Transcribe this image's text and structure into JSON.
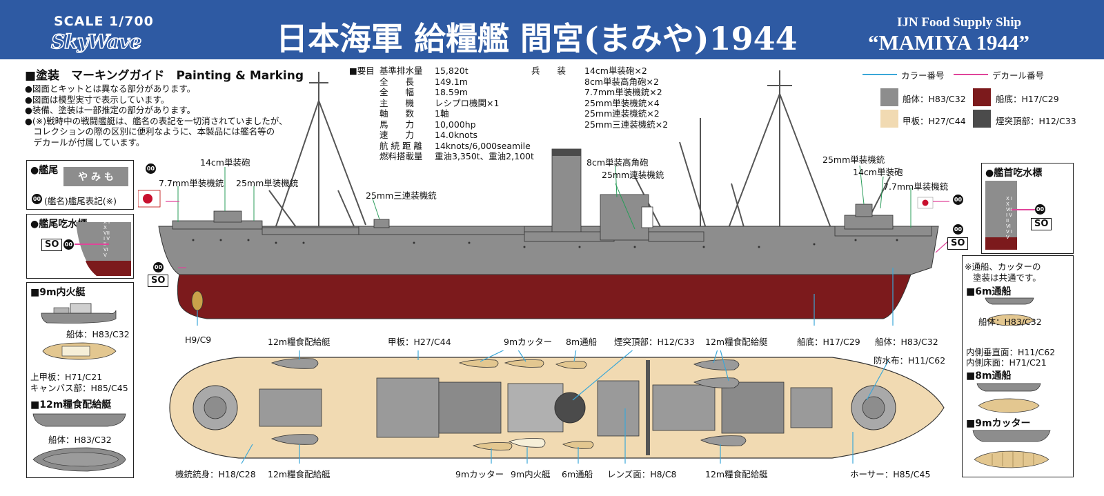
{
  "header": {
    "scale": "SCALE 1/700",
    "brand": "SkyWave",
    "title": "日本海軍 給糧艦 間宮(まみや)1944",
    "en_subtitle": "IJN Food Supply Ship",
    "en_title": "“MAMIYA 1944”"
  },
  "guide": {
    "heading": "■塗装　マーキングガイド　Painting & Marking",
    "notes": [
      "●図面とキットとは異なる部分があります。",
      "●図面は模型実寸で表示しています。",
      "●装備、塗装は一部推定の部分があります。",
      "●(※)戦時中の戦闘艦艇は、艦名の表記を一切消されていましたが、",
      "　コレクションの際の区別に便利なように、本製品には艦名等の",
      "　デカールが付属しています。"
    ]
  },
  "specs": {
    "label": "■要目",
    "rows": [
      {
        "k": "基準排水量",
        "v": "15,820t"
      },
      {
        "k": "全　　長",
        "v": "149.1m"
      },
      {
        "k": "全　　幅",
        "v": "18.59m"
      },
      {
        "k": "主　　機",
        "v": "レシプロ機関×1"
      },
      {
        "k": "軸　　数",
        "v": "1軸"
      },
      {
        "k": "馬　　力",
        "v": "10,000hp"
      },
      {
        "k": "速　　力",
        "v": "14.0knots"
      },
      {
        "k": "航 続 距 離",
        "v": "14knots/6,000seamile"
      },
      {
        "k": "燃料搭載量",
        "v": "重油3,350t、重油2,100t"
      }
    ],
    "weapons_label": "兵　　装",
    "weapons": [
      "14cm単装砲×2",
      "8cm単装高角砲×2",
      "7.7mm単装機銃×2",
      "25mm単装機銃×4",
      "25mm連装機銃×2",
      "25mm三連装機銃×2"
    ]
  },
  "legend": {
    "color_number": "カラー番号",
    "decal_number": "デカール番号",
    "color_line": "#3aa7d8",
    "decal_line": "#e0449a",
    "items": [
      {
        "label": "船体：H83/C32",
        "color": "#8d8d8d"
      },
      {
        "label": "船底：H17/C29",
        "color": "#7c1a1c"
      },
      {
        "label": "甲板：H27/C44",
        "color": "#f1dab2"
      },
      {
        "label": "煙突頂部：H12/C33",
        "color": "#4b4b4b"
      }
    ]
  },
  "colors": {
    "hull": "#8d8d8d",
    "bottom": "#7c1a1c",
    "deck": "#f1dab2",
    "header": "#2e5aa3",
    "dark": "#4b4b4b"
  },
  "stern": {
    "title": "●艦尾",
    "note": "(艦名)艦尾表記(※)",
    "num": "00",
    "glyphs": "や み も"
  },
  "stern_draft": {
    "title": "●艦尾吃水標",
    "so": "SO",
    "num": "00",
    "marks": "X IX VIII VII VI V"
  },
  "bow_draft": {
    "title": "●艦首吃水標",
    "so": "SO",
    "num": "00",
    "marks": "X IX VIII VII VI V IV"
  },
  "boat9": {
    "title": "■9m内火艇",
    "hull": "船体：H83/C32",
    "deck1": "上甲板：H71/C21",
    "deck2": "キャンバス部：H85/C45"
  },
  "boat12": {
    "title": "■12m糧食配給艇",
    "hull": "船体：H83/C32"
  },
  "right_panel": {
    "note1": "※通船、カッターの",
    "note2": "塗装は共通です。",
    "boat6": "■6m通船",
    "hull": "船体：H83/C32",
    "inner1": "内側垂直面：H11/C62",
    "inner2": "内側床面：H71/C21",
    "boat8": "■8m通船",
    "cutter9": "■9mカッター"
  },
  "side_callouts": {
    "gun14a": "14cm単装砲",
    "mg77a": "7.7mm単装機銃",
    "mg25a": "25mm単装機銃",
    "mg25t": "25mm三連装機銃",
    "aa8": "8cm単装高角砲",
    "mg25d": "25mm連装機銃",
    "mg25b": "25mm単装機銃",
    "gun14b": "14cm単装砲",
    "mg77b": "7.7mm単装機銃",
    "prop": "H9/C9",
    "bottom": "船底：H17/C29",
    "hull": "船体：H83/C32",
    "num": "00",
    "so": "SO"
  },
  "plan_callouts": {
    "t1": "12m糧食配給艇",
    "t2": "甲板：H27/C44",
    "t3": "9mカッター",
    "t4": "8m通船",
    "t5": "煙突頂部：H12/C33",
    "t6": "12m糧食配給艇",
    "t7": "防水布：H11/C62",
    "b1": "機銃銃身：H18/C28",
    "b2": "12m糧食配給艇",
    "b3": "9mカッター",
    "b4": "9m内火艇",
    "b5": "6m通船",
    "b6": "レンズ面：H8/C8",
    "b7": "12m糧食配給艇",
    "b8": "ホーサー：H85/C45"
  }
}
